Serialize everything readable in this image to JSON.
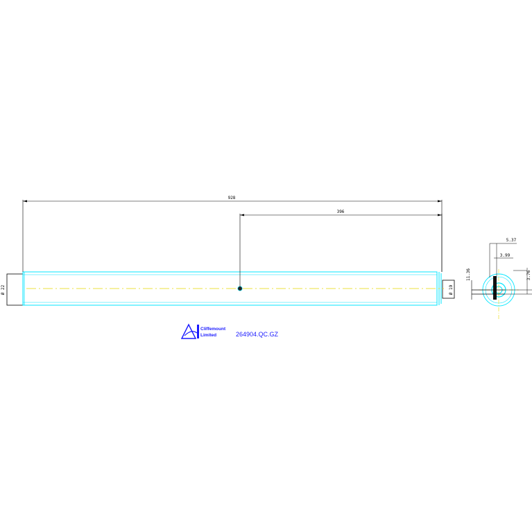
{
  "drawing": {
    "dimensions": {
      "overall_length": "928",
      "partial_length": "396",
      "left_diameter": "Ø 22",
      "right_diameter": "Ø 19",
      "side_a": "5.37",
      "side_b": "3.99",
      "side_c": "11.36",
      "side_d": "3.76"
    },
    "part_number": "264904.QC.GZ",
    "logo": {
      "line1": "Cliffemount",
      "line2": "Limited"
    },
    "colors": {
      "body": "#00e5ff",
      "centerline": "#e6d800",
      "dimension": "#000000",
      "label": "#1a1aff"
    }
  }
}
